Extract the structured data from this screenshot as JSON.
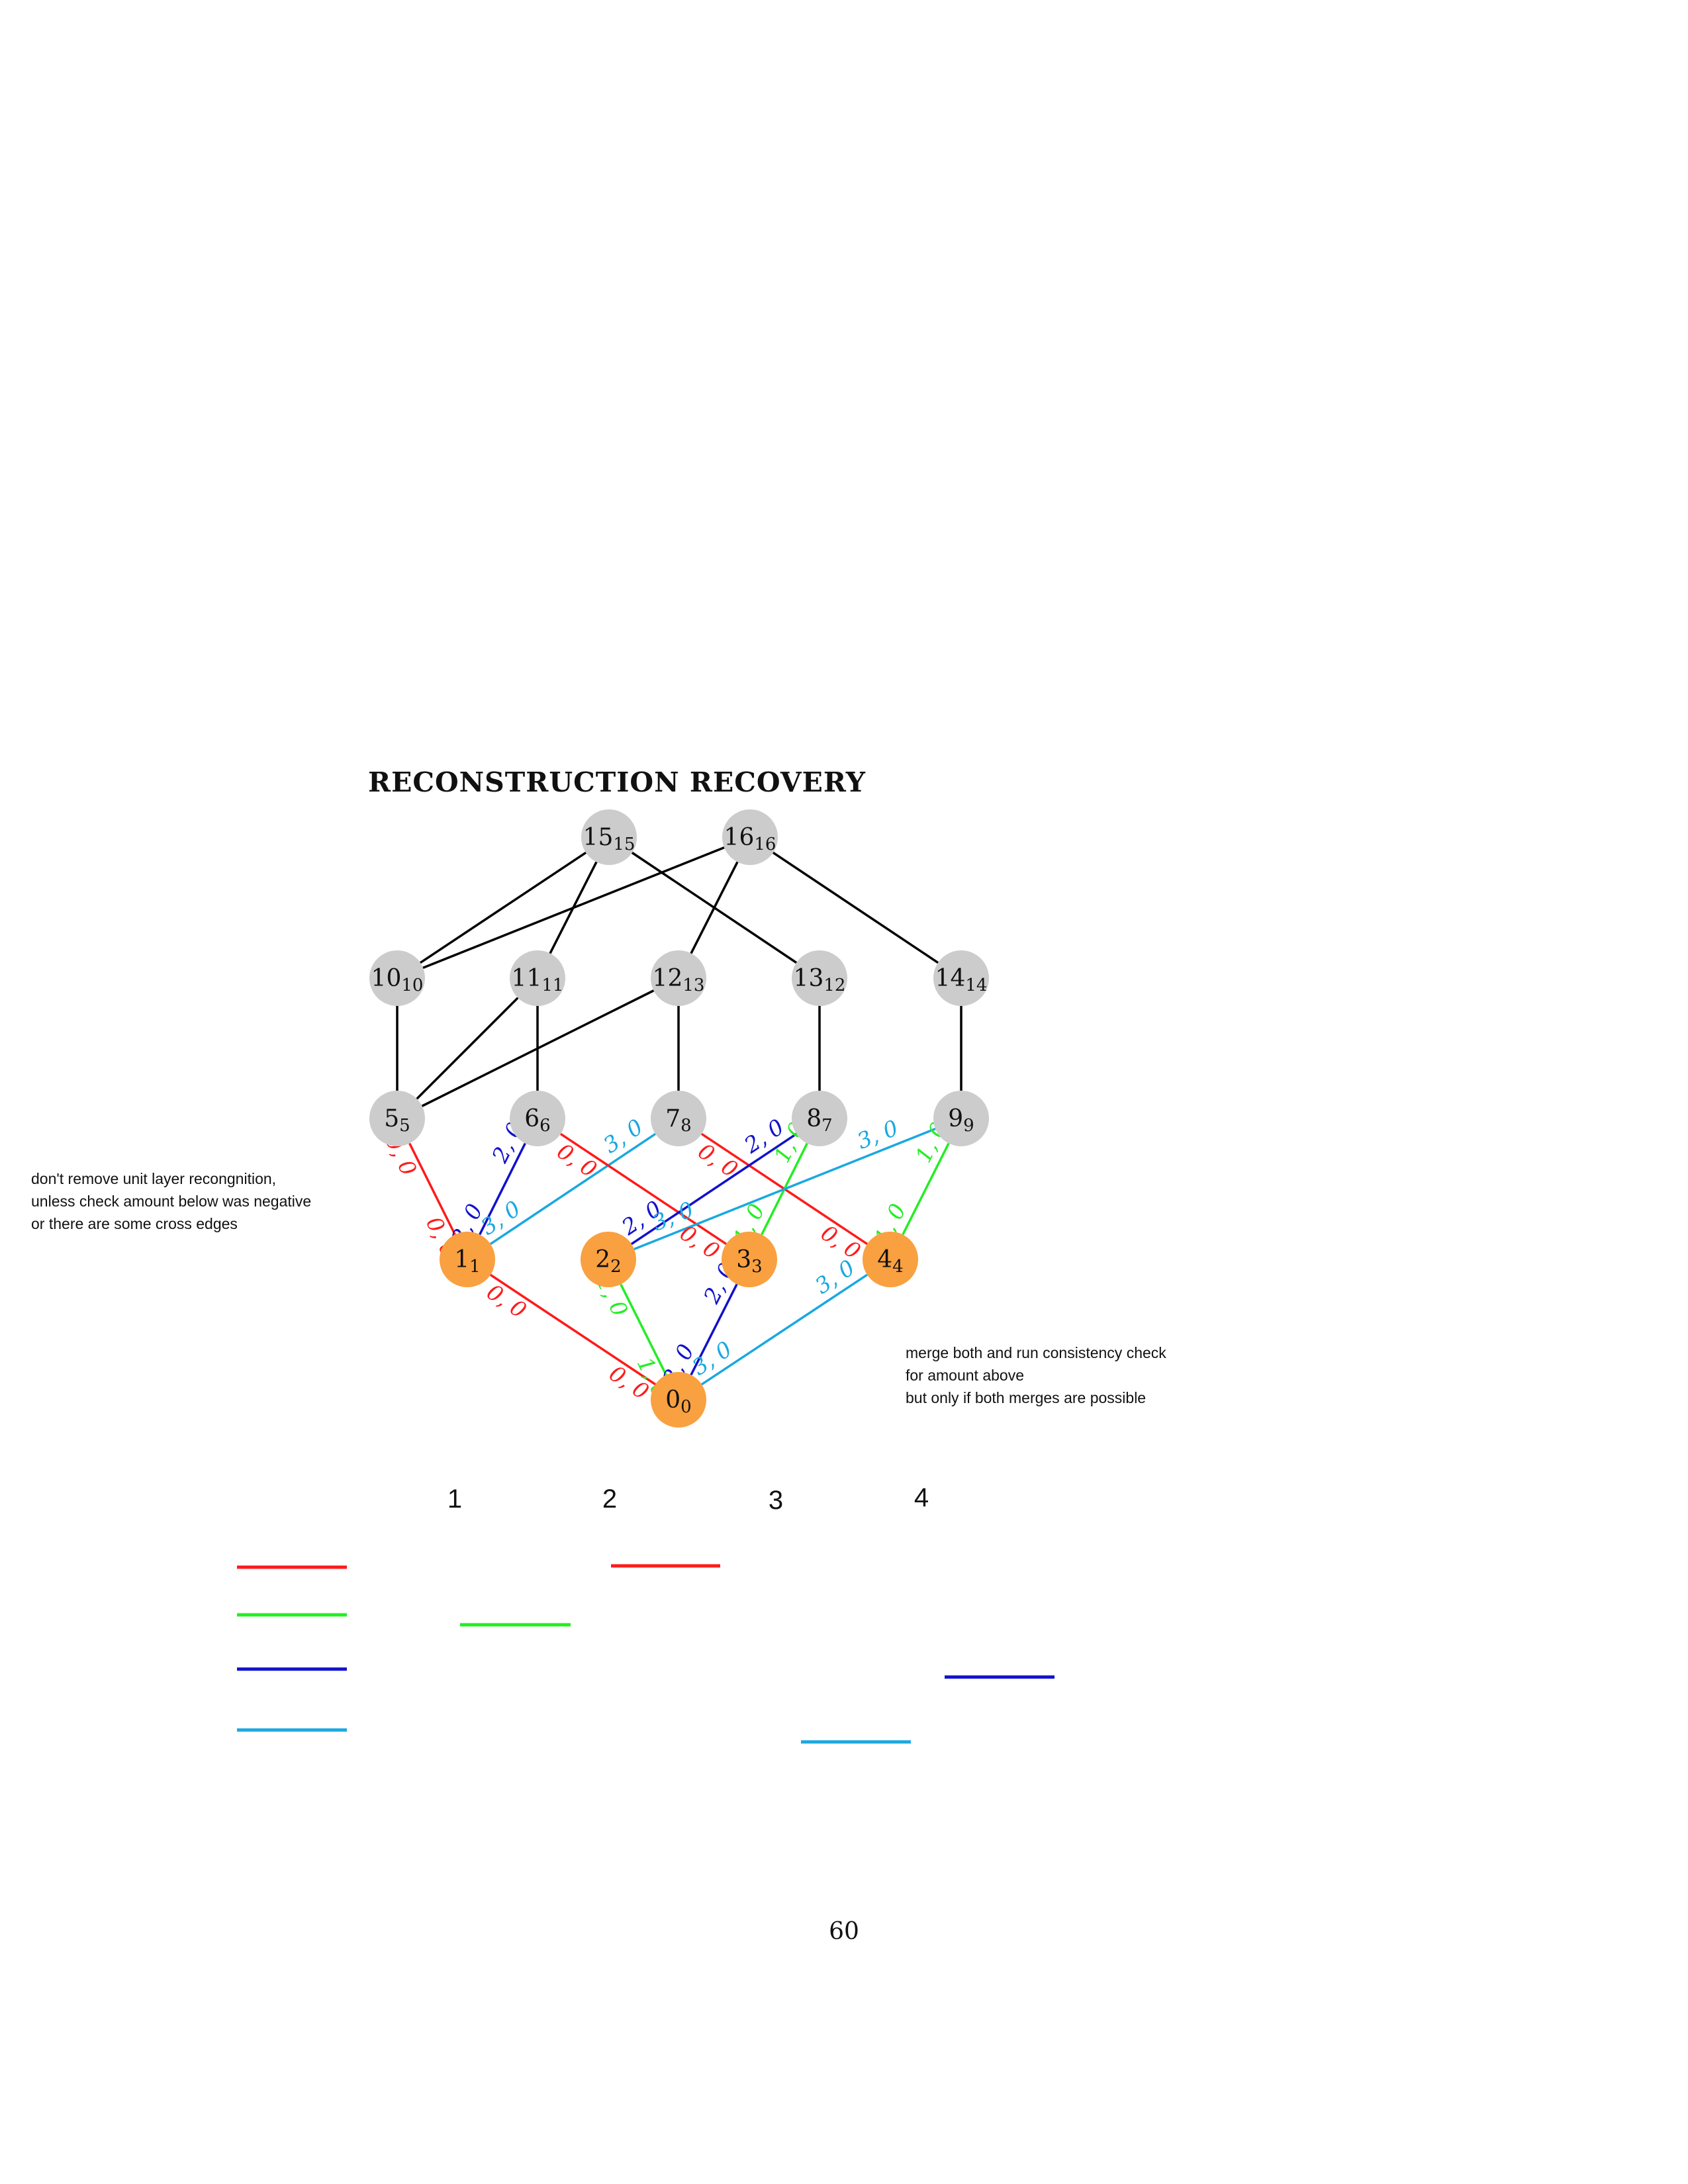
{
  "title": "RECONSTRUCTION RECOVERY",
  "colors": {
    "red": "#ff1a1a",
    "green": "#22ee22",
    "blue": "#1111cc",
    "cyan": "#1aa8e0",
    "black": "#000000",
    "gray_node": "#cccccc",
    "orange_node": "#f9a040"
  },
  "nodes": [
    {
      "id": "n0",
      "main": "0",
      "sub": "0",
      "kind": "orange"
    },
    {
      "id": "n1",
      "main": "1",
      "sub": "1",
      "kind": "orange"
    },
    {
      "id": "n2",
      "main": "2",
      "sub": "2",
      "kind": "orange"
    },
    {
      "id": "n3",
      "main": "3",
      "sub": "3",
      "kind": "orange"
    },
    {
      "id": "n4",
      "main": "4",
      "sub": "4",
      "kind": "orange"
    },
    {
      "id": "n5",
      "main": "5",
      "sub": "5",
      "kind": "gray"
    },
    {
      "id": "n6",
      "main": "6",
      "sub": "6",
      "kind": "gray"
    },
    {
      "id": "n7",
      "main": "7",
      "sub": "8",
      "kind": "gray"
    },
    {
      "id": "n8",
      "main": "8",
      "sub": "7",
      "kind": "gray"
    },
    {
      "id": "n9",
      "main": "9",
      "sub": "9",
      "kind": "gray"
    },
    {
      "id": "n10",
      "main": "10",
      "sub": "10",
      "kind": "gray"
    },
    {
      "id": "n11",
      "main": "11",
      "sub": "11",
      "kind": "gray"
    },
    {
      "id": "n12",
      "main": "12",
      "sub": "13",
      "kind": "gray"
    },
    {
      "id": "n13",
      "main": "13",
      "sub": "12",
      "kind": "gray"
    },
    {
      "id": "n14",
      "main": "14",
      "sub": "14",
      "kind": "gray"
    },
    {
      "id": "n15",
      "main": "15",
      "sub": "15",
      "kind": "gray"
    },
    {
      "id": "n16",
      "main": "16",
      "sub": "16",
      "kind": "gray"
    }
  ],
  "edges": [
    {
      "from": "n15",
      "to": "n10",
      "color": "black"
    },
    {
      "from": "n15",
      "to": "n11",
      "color": "black"
    },
    {
      "from": "n15",
      "to": "n13",
      "color": "black"
    },
    {
      "from": "n16",
      "to": "n10",
      "color": "black"
    },
    {
      "from": "n16",
      "to": "n12",
      "color": "black"
    },
    {
      "from": "n16",
      "to": "n14",
      "color": "black"
    },
    {
      "from": "n10",
      "to": "n5",
      "color": "black"
    },
    {
      "from": "n11",
      "to": "n5",
      "color": "black"
    },
    {
      "from": "n11",
      "to": "n6",
      "color": "black"
    },
    {
      "from": "n12",
      "to": "n5",
      "color": "black"
    },
    {
      "from": "n12",
      "to": "n7",
      "color": "black"
    },
    {
      "from": "n13",
      "to": "n8",
      "color": "black"
    },
    {
      "from": "n14",
      "to": "n9",
      "color": "black"
    },
    {
      "from": "n5",
      "to": "n1",
      "color": "red",
      "label_top": "0, 0",
      "label_bottom": "0, 0"
    },
    {
      "from": "n6",
      "to": "n1",
      "color": "blue",
      "label_top": "2, 0",
      "label_bottom": "2, 0"
    },
    {
      "from": "n7",
      "to": "n1",
      "color": "cyan",
      "label_top": "3, 0",
      "label_bottom": "3, 0"
    },
    {
      "from": "n6",
      "to": "n3",
      "color": "red",
      "label_top": "0, 0",
      "label_bottom": "0, 0"
    },
    {
      "from": "n7",
      "to": "n4",
      "color": "red",
      "label_top": "0, 0",
      "label_bottom": "0, 0"
    },
    {
      "from": "n8",
      "to": "n2",
      "color": "blue",
      "label_top": "2, 0",
      "label_bottom": "2, 0"
    },
    {
      "from": "n8",
      "to": "n3",
      "color": "green",
      "label_top": "1, 0",
      "label_bottom": "1, 0"
    },
    {
      "from": "n9",
      "to": "n2",
      "color": "cyan",
      "label_top": "3, 0",
      "label_bottom": "3, 0"
    },
    {
      "from": "n9",
      "to": "n4",
      "color": "green",
      "label_top": "1, 0",
      "label_bottom": "1, 0"
    },
    {
      "from": "n1",
      "to": "n0",
      "color": "red",
      "label_top": "0, 0",
      "label_bottom": "0, 0"
    },
    {
      "from": "n2",
      "to": "n0",
      "color": "green",
      "label_top": "1, 0",
      "label_bottom": "1, 0"
    },
    {
      "from": "n3",
      "to": "n0",
      "color": "blue",
      "label_top": "2, 0",
      "label_bottom": "2, 0"
    },
    {
      "from": "n4",
      "to": "n0",
      "color": "cyan",
      "label_top": "3, 0",
      "label_bottom": "3, 0"
    }
  ],
  "notes": {
    "left": "don't remove unit layer recongnition,\nunless check amount below was negative\n or there are some cross edges",
    "right": "merge both and run consistency check\nfor amount above\n but only if both merges are possible"
  },
  "column_numbers": [
    "1",
    "2",
    "3",
    "4"
  ],
  "legend_swatches": [
    {
      "id": "legend-red",
      "color": "red"
    },
    {
      "id": "legend-green",
      "color": "green"
    },
    {
      "id": "legend-blue",
      "color": "blue"
    },
    {
      "id": "legend-cyan",
      "color": "cyan"
    }
  ],
  "column_swatches": [
    {
      "id": "col2-red",
      "color": "red"
    },
    {
      "id": "col1-green",
      "color": "green"
    },
    {
      "id": "col4-blue",
      "color": "blue"
    },
    {
      "id": "col3-cyan",
      "color": "cyan"
    }
  ],
  "page_number": "60"
}
